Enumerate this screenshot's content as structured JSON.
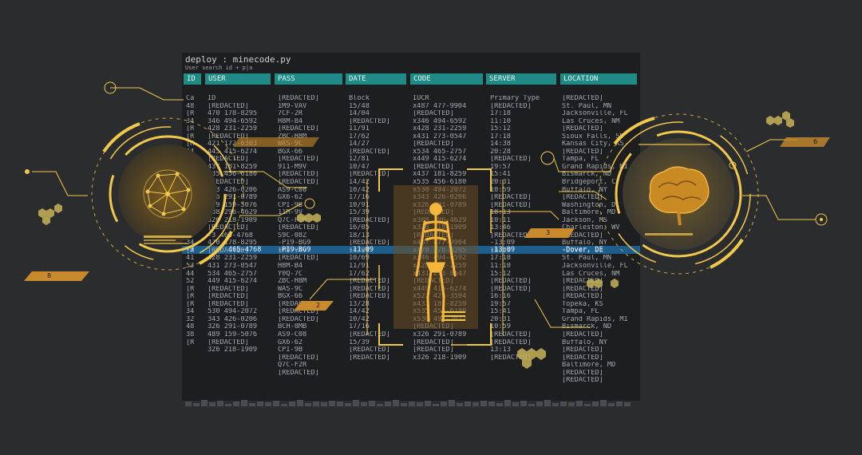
{
  "terminal": {
    "title": "deploy : minecode.py",
    "subtitle": "User search id + p|a",
    "headers": [
      "ID",
      "USER",
      "PASS",
      "DATE",
      "CODE",
      "SERVER",
      "LOCATION"
    ]
  },
  "columns": {
    "id": [
      "Ca",
      "48",
      "[R",
      "34",
      "[R",
      "[R",
      "[R",
      "44",
      "[R",
      "[R",
      "[R",
      "44",
      "48",
      "38",
      "43",
      "32",
      "[R",
      "-3",
      "40",
      "34",
      "[R",
      "41",
      "53",
      "44",
      "52",
      "[R",
      "[R",
      "[R",
      "34",
      "32",
      "48",
      "38",
      "[R"
    ],
    "user": [
      "ID",
      "[REDACTED]",
      "470 178-8295",
      "346 494-6592",
      "428 231-2259",
      "[REDACTED]",
      "421 172-6303",
      "445 415-6274",
      "[REDACTED]",
      "437 181-8259",
      "535 456-6180",
      "[REDACTED]",
      "343 426-0206",
      "326 291-0789",
      "489 159-5076",
      "388 296-4629",
      "326 218-1909",
      "[REDACTED]",
      "-3 465-4768",
      "470 178-8295",
      "[REDACTED]",
      "428 231-2259",
      "431 273-0547",
      "534 465-2757",
      "449 415-6274",
      "[REDACTED]",
      "[REDACTED]",
      "[REDACTED]",
      "530 494-2072",
      "343 426-0206",
      "326 291-0789",
      "489 159-5076",
      "[REDACTED]",
      "326 218-1909"
    ],
    "pass": [
      "[REDACTED]",
      "1M9-VAV",
      "7CF-2R",
      "H8M-B4",
      "[REDACTED]",
      "ZBC-H8M",
      "WAS-9C",
      "BGX-66",
      "[REDACTED]",
      "911-M9V",
      "[REDACTED]",
      "[REDACTED]",
      "AS9-C08",
      "GX6-62",
      "CPI-9B",
      "11M-9V",
      "Q7C-F2R",
      "[REDACTED]",
      "S9C-08Z",
      "-PI9-BG9",
      "1M9-VAV",
      "[REDACTED]",
      "H8M-B4",
      "Y0Q-7C",
      "ZBC-H8M",
      "WAS-9C",
      "BGX-66",
      "[REDACTED]",
      "[REDACTED]",
      "[REDACTED]",
      "BCH-8MB",
      "AS9-C08",
      "GX6-62",
      "CPI-9B",
      "[REDACTED]",
      "Q7C-F2R",
      "[REDACTED]"
    ],
    "date": [
      "Block",
      "15/48",
      "14/04",
      "[REDACTED]",
      "11/91",
      "17/62",
      "14/27",
      "[REDACTED]",
      "12/81",
      "10/47",
      "[REDACTED]",
      "14/42",
      "10/42",
      "17/16",
      "10/91",
      "15/39",
      "[REDACTED]",
      "16/05",
      "18/13",
      "[REDACTED]",
      "14/04",
      "10/69",
      "11/91",
      "17/62",
      "[REDACTED]",
      "[REDACTED]",
      "[REDACTED]",
      "13/28",
      "14/42",
      "10/42",
      "17/16",
      "[REDACTED]",
      "15/39",
      "[REDACTED]",
      "[REDACTED]"
    ],
    "code": [
      "IUCR",
      "x487 477-9904",
      "[REDACTED]",
      "x346 494-6592",
      "x428 231-2259",
      "x431 273-0547",
      "[REDACTED]",
      "x534 465-2757",
      "x449 415-6274",
      "[REDACTED]",
      "x437 181-8259",
      "x535 456-6180",
      "x530 494-2072",
      "x343 426-0206",
      "x326 291-0789",
      "[REDACTED]",
      "x388 296-4629",
      "x326 218-1909",
      "[REDACTED]",
      "x487 477-9904",
      "x470 178-8295",
      "x346 494-6592",
      "x428 231-2259",
      "x431 273-0547",
      "[REDACTED]",
      "x449 415-6274",
      "x521 428-3594",
      "x437 181-8259",
      "x535 456-6180",
      "x530 494-2072",
      "[REDACTED]",
      "x326 291-0789",
      "[REDACTED]",
      "[REDACTED]",
      "x326 218-1909"
    ],
    "server": [
      "Primary Type",
      "[REDACTED]",
      "17:18",
      "11:10",
      "15:12",
      "17:18",
      "14:38",
      "20:28",
      "[REDACTED]",
      "19:57",
      "15:41",
      "20:31",
      "10:59",
      "[REDACTED]",
      "[REDACTED]",
      "18:13",
      "10:11",
      "13:46",
      "[REDACTED]",
      "-13:09",
      "18:09",
      "17:18",
      "11:10",
      "15:12",
      "[REDACTED]",
      "[REDACTED]",
      "16:16",
      "19:57",
      "15:41",
      "20:31",
      "10:59",
      "[REDACTED]",
      "[REDACTED]",
      "13:13",
      "[REDACTED]"
    ],
    "location": [
      "[REDACTED]",
      "St. Paul, MN",
      "Jacksonville, FL",
      "Las Cruces, NM",
      "[REDACTED]",
      "Sioux Falls, SD",
      "Kansas City, KS",
      "[REDACTED]",
      "Tampa, FL",
      "Grand Rapids, MI",
      "Bismarck, ND",
      "Bridgeport, CT",
      "Buffalo, NY",
      "[REDACTED]",
      "Washington, DC",
      "Baltimore, MD",
      "Jackson, MS",
      "Charleston, WV",
      "[REDACTED]",
      "Buffalo, NY",
      "-Dover, DE",
      "St. Paul, MN",
      "Jacksonville, FL",
      "Las Cruces, NM",
      "[REDACTED]",
      "[REDACTED]",
      "[REDACTED]",
      "Topeka, KS",
      "Tampa, FL",
      "Grand Rapids, MI",
      "Bismarck, ND",
      "[REDACTED]",
      "Buffalo, NY",
      "[REDACTED]",
      "[REDACTED]",
      "Baltimore, MD",
      "[REDACTED]",
      "[REDACTED]"
    ]
  },
  "highlight": {
    "id": "-3",
    "user": "465-4768",
    "pass": "-PI9-BG9",
    "date": "-11.09",
    "server": "-13:09",
    "location": "-Dover, DE"
  },
  "hud": {
    "tags": [
      "8",
      "2",
      "3",
      "6"
    ],
    "accent": "#f2c84b",
    "accent_dark": "#c88a2c",
    "icons": [
      "network-sphere-icon",
      "skeleton-scan-icon",
      "brain-scan-icon",
      "hexagon-cluster-icon"
    ]
  }
}
